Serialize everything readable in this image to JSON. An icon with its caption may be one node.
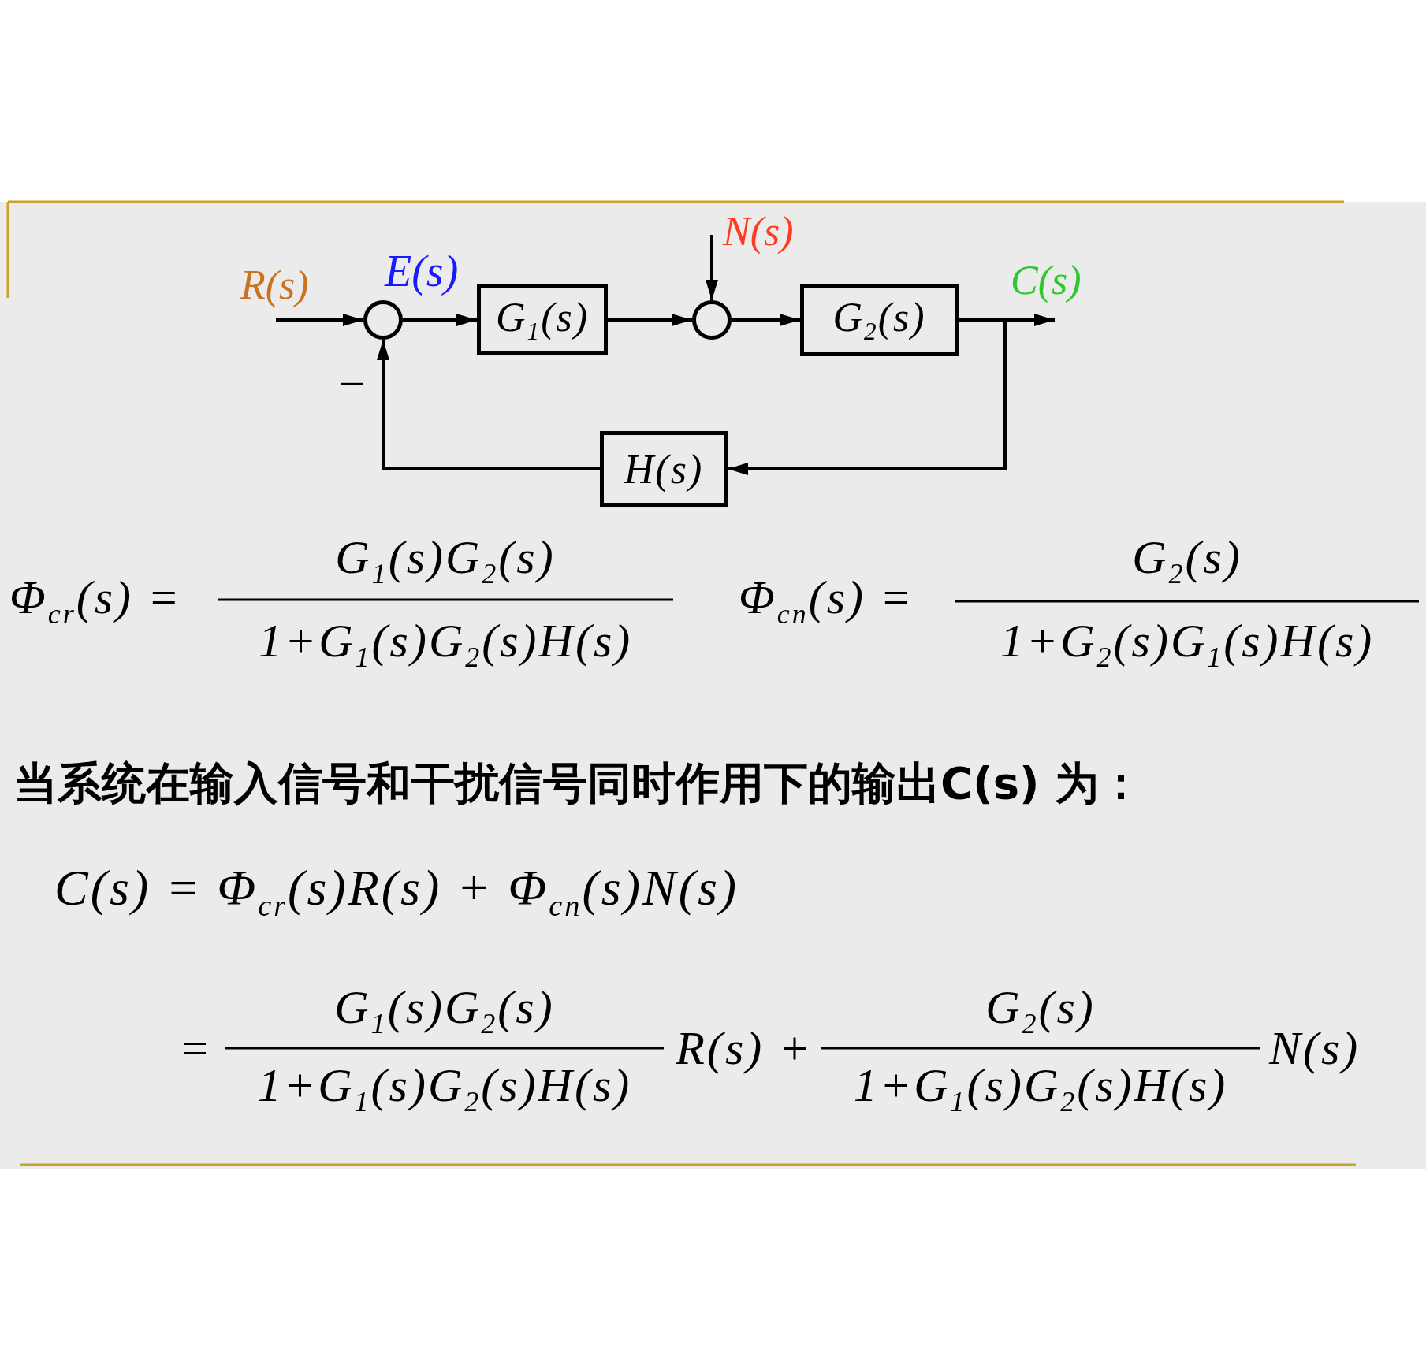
{
  "diagram": {
    "nodes": [
      {
        "text": [
          "R(s)"
        ]
      },
      {
        "text": [],
        "shape": "circle"
      },
      {
        "text": [
          "G$_{1}$(s)"
        ]
      },
      {
        "text": [],
        "shape": "circle"
      },
      {
        "text": [
          "N(s)"
        ]
      },
      {
        "text": [
          "G$_{2}$(s)"
        ]
      },
      {
        "text": [
          "C(s)"
        ]
      },
      {
        "text": [
          "H(s)"
        ]
      }
    ],
    "edges": [
      {
        "from": 0,
        "to": 1,
        "arrow": "to"
      },
      {
        "from": 1,
        "to": 2,
        "arrow": "to",
        "label": "E(s)"
      },
      {
        "from": 2,
        "to": 3,
        "arrow": "to"
      },
      {
        "from": 4,
        "to": 3,
        "arrow": "to"
      },
      {
        "from": 3,
        "to": 5,
        "arrow": "to"
      },
      {
        "from": 5,
        "to": 6,
        "arrow": "to"
      },
      {
        "from": 5,
        "to": 7,
        "arrow": "to"
      },
      {
        "from": 7,
        "to": 1,
        "arrow": "to"
      }
    ],
    "labels": [
      "−",
      "Φ$_{cr}$(s) =",
      "G$_{1}$(s)G$_{2}$(s)",
      "1+G$_{1}$(s)G$_{2}$(s)H(s)",
      "Φ$_{cn}$(s) =",
      "G$_{2}$(s)",
      "1+G$_{2}$(s)G$_{1}$(s)H(s)",
      "当系统在输入信号和干扰信号同时作用下的输出C(s) 为：",
      "C(s) = Φ$_{cr}$(s)R(s) + Φ$_{cn}$(s)N(s)",
      "=",
      "G$_{1}$(s)G$_{2}$(s)",
      "1+G$_{1}$(s)G$_{2}$(s)H(s)",
      "R(s) +",
      "G$_{2}$(s)",
      "1+G$_{1}$(s)G$_{2}$(s)H(s)",
      "N(s)"
    ]
  }
}
